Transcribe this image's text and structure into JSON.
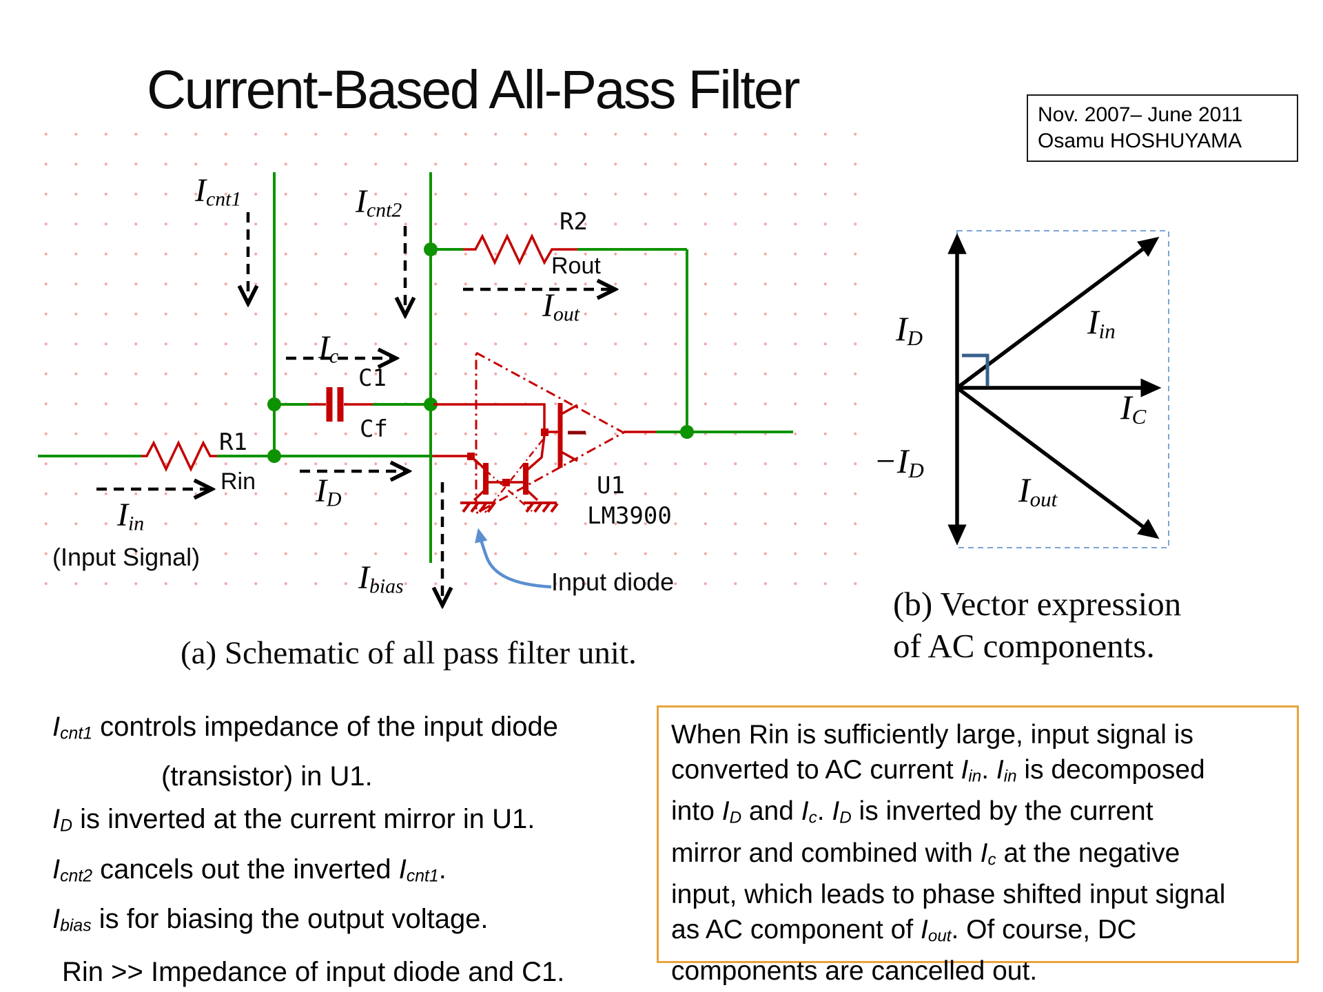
{
  "title": "Current-Based All-Pass Filter",
  "credit": {
    "line1": "Nov. 2007– June 2011",
    "line2": "Osamu HOSHUYAMA"
  },
  "colors": {
    "wire_green": "#0e9300",
    "component_red": "#c40000",
    "dark_red": "#8b0000",
    "box_border": "#e8a33d",
    "annotation_blue": "#5b8fd0",
    "vector_blue": "#38618c",
    "dash_rect_blue": "#7aa4d4"
  },
  "schematic": {
    "caption": "(a) Schematic of all pass filter unit.",
    "designators": {
      "r1": "R1",
      "r2": "R2",
      "c1": "C1",
      "cf": "Cf",
      "u1": "U1",
      "u1_part": "LM3900"
    },
    "labels": {
      "rin": "Rin",
      "rout": "Rout",
      "input_signal": "(Input Signal)",
      "input_diode": "Input diode"
    },
    "current_labels": {
      "icnt1": [
        {
          "t": "I",
          "i": 1
        },
        {
          "t": "cnt1",
          "i": 1,
          "s": 1
        }
      ],
      "icnt2": [
        {
          "t": "I",
          "i": 1
        },
        {
          "t": "cnt2",
          "i": 1,
          "s": 1
        }
      ],
      "ic": [
        {
          "t": "I",
          "i": 1
        },
        {
          "t": "c",
          "i": 1,
          "s": 1
        }
      ],
      "id": [
        {
          "t": "I",
          "i": 1
        },
        {
          "t": "D",
          "i": 1,
          "s": 1
        }
      ],
      "iin": [
        {
          "t": "I",
          "i": 1
        },
        {
          "t": "in",
          "i": 1,
          "s": 1
        }
      ],
      "iout": [
        {
          "t": "I",
          "i": 1
        },
        {
          "t": "out",
          "i": 1,
          "s": 1
        }
      ],
      "ibias": [
        {
          "t": "I",
          "i": 1
        },
        {
          "t": "bias",
          "i": 1,
          "s": 1
        }
      ]
    }
  },
  "vector_figure": {
    "caption_line1": "(b) Vector expression",
    "caption_line2": "of AC components.",
    "labels": {
      "id": [
        {
          "t": "I",
          "i": 1
        },
        {
          "t": "D",
          "i": 1,
          "s": 1
        }
      ],
      "iin": [
        {
          "t": "I",
          "i": 1
        },
        {
          "t": "in",
          "i": 1,
          "s": 1
        }
      ],
      "ic": [
        {
          "t": "I",
          "i": 1
        },
        {
          "t": "C",
          "i": 1,
          "s": 1
        }
      ],
      "neg_id": [
        {
          "t": "−",
          "i": 1
        },
        {
          "t": "I",
          "i": 1
        },
        {
          "t": "D",
          "i": 1,
          "s": 1
        }
      ],
      "iout": [
        {
          "t": "I",
          "i": 1
        },
        {
          "t": "out",
          "i": 1,
          "s": 1
        }
      ]
    }
  },
  "notes": [
    {
      "runs": [
        {
          "t": "I",
          "i": 1
        },
        {
          "t": "cnt1",
          "i": 1,
          "s": 1
        },
        {
          "t": " controls impedance of the input diode"
        }
      ]
    },
    {
      "indent": 1,
      "runs": [
        {
          "t": "(transistor) in U1."
        }
      ]
    },
    {
      "runs": [
        {
          "t": "I",
          "i": 1
        },
        {
          "t": "D",
          "i": 1,
          "s": 1
        },
        {
          "t": " is inverted at the current mirror in U1."
        }
      ]
    },
    {
      "runs": [
        {
          "t": "I",
          "i": 1
        },
        {
          "t": "cnt2",
          "i": 1,
          "s": 1
        },
        {
          "t": " cancels out the inverted "
        },
        {
          "t": "I",
          "i": 1
        },
        {
          "t": "cnt1",
          "i": 1,
          "s": 1
        },
        {
          "t": "."
        }
      ]
    },
    {
      "runs": [
        {
          "t": "I",
          "i": 1
        },
        {
          "t": "bias",
          "i": 1,
          "s": 1
        },
        {
          "t": " is for biasing the output voltage."
        }
      ]
    },
    {
      "gap": 1,
      "runs": [
        {
          "t": "Rin >> Impedance of input diode and C1."
        }
      ]
    }
  ],
  "explanation_box": {
    "lines": [
      {
        "runs": [
          {
            "t": "When Rin is sufficiently large, input signal is"
          }
        ]
      },
      {
        "runs": [
          {
            "t": "converted to AC current "
          },
          {
            "t": "I",
            "i": 1
          },
          {
            "t": "in",
            "i": 1,
            "s": 1
          },
          {
            "t": ".  "
          },
          {
            "t": "I",
            "i": 1
          },
          {
            "t": "in",
            "i": 1,
            "s": 1
          },
          {
            "t": " is decomposed"
          }
        ]
      },
      {
        "runs": [
          {
            "t": "into "
          },
          {
            "t": "I",
            "i": 1
          },
          {
            "t": "D",
            "i": 1,
            "s": 1
          },
          {
            "t": " and "
          },
          {
            "t": "I",
            "i": 1
          },
          {
            "t": "c",
            "i": 1,
            "s": 1
          },
          {
            "t": ".  "
          },
          {
            "t": "I",
            "i": 1
          },
          {
            "t": "D",
            "i": 1,
            "s": 1
          },
          {
            "t": " is inverted by the current"
          }
        ]
      },
      {
        "runs": [
          {
            "t": "mirror and combined with "
          },
          {
            "t": "I",
            "i": 1
          },
          {
            "t": "c",
            "i": 1,
            "s": 1
          },
          {
            "t": " at the negative"
          }
        ]
      },
      {
        "runs": [
          {
            "t": "input, which leads to phase shifted input signal"
          }
        ]
      },
      {
        "runs": [
          {
            "t": "as AC component of "
          },
          {
            "t": "I",
            "i": 1
          },
          {
            "t": "out",
            "i": 1,
            "s": 1
          },
          {
            "t": ".  Of course, DC"
          }
        ]
      },
      {
        "runs": [
          {
            "t": "components are cancelled out."
          }
        ]
      }
    ]
  }
}
